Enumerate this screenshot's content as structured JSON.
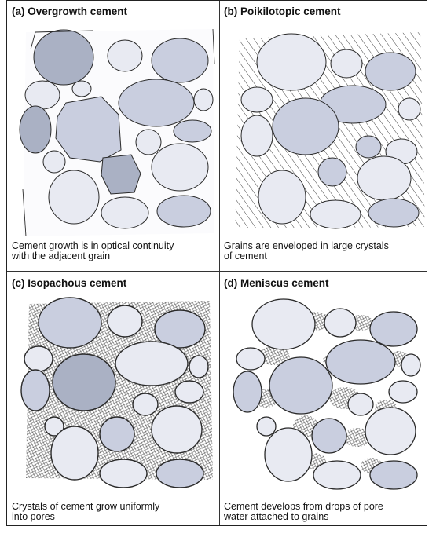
{
  "panels": [
    {
      "id": "a",
      "title": "(a) Overgrowth cement",
      "caption_lines": [
        "Cement growth is in optical continuity",
        "with the adjacent grain"
      ]
    },
    {
      "id": "b",
      "title": "(b) Poikilotopic cement",
      "caption_lines": [
        "Grains are enveloped in large crystals",
        "of cement"
      ]
    },
    {
      "id": "c",
      "title": "(c) Isopachous cement",
      "caption_lines": [
        "Crystals of cement grow uniformly",
        "into pores"
      ]
    },
    {
      "id": "d",
      "title": "(d) Meniscus cement",
      "caption_lines": [
        "Cement develops from drops of pore",
        "water attached to grains"
      ]
    }
  ],
  "colors": {
    "grain_light": "#e8eaf2",
    "grain_mid": "#c9cedf",
    "grain_dark": "#aab1c4",
    "outline": "#2a2a2a",
    "cement_line": "#444444"
  }
}
